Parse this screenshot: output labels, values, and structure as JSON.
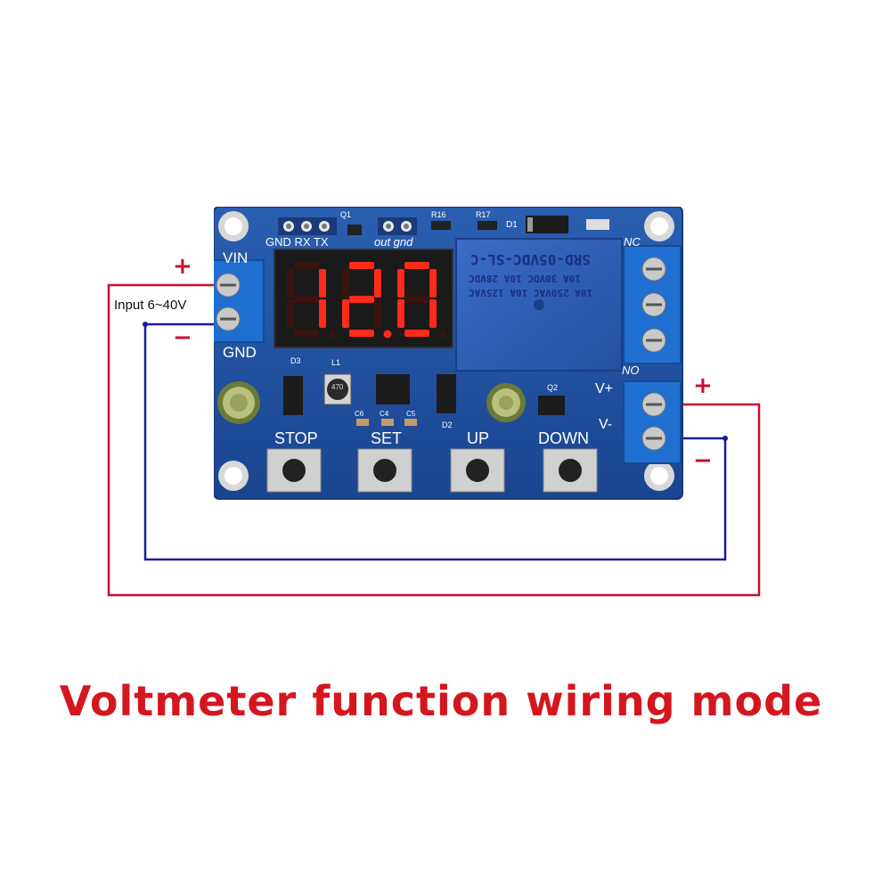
{
  "display": {
    "reading": "12.0"
  },
  "pcb_labels": {
    "vin": "VIN",
    "gnd": "GND",
    "nc": "NC",
    "no": "NO",
    "vplus": "V+",
    "vminus": "V-",
    "header_pins": "GND RX TX",
    "out_gnd": "out gnd",
    "q1": "Q1",
    "q2": "Q2",
    "r16": "R16",
    "r17": "R17",
    "d1": "D1",
    "d2": "D2",
    "d3": "D3",
    "l1": "L1",
    "c4": "C4",
    "c5": "C5",
    "c6": "C6",
    "inductor_marking": "470"
  },
  "buttons": [
    {
      "label": "STOP"
    },
    {
      "label": "SET"
    },
    {
      "label": "UP"
    },
    {
      "label": "DOWN"
    }
  ],
  "relay": {
    "model": "SRD-05VDC-SL-C",
    "rating_1": "10A 250VAC  10A 125VAC",
    "rating_2": "10A 30VDC  10A 28VDC"
  },
  "wiring": {
    "input_label": "Input 6~40V",
    "input_plus": "+",
    "input_minus": "−",
    "output_plus": "+",
    "output_minus": "−",
    "positive_color": "#c8102e",
    "negative_color": "#1a1aa0"
  },
  "caption": "Voltmeter function wiring mode",
  "colors": {
    "pcb": "#1f4e9c",
    "terminal": "#1e6fd0",
    "relay": "#2f5fb8",
    "segment_on": "#ff2a1a",
    "caption": "#d4161e"
  }
}
